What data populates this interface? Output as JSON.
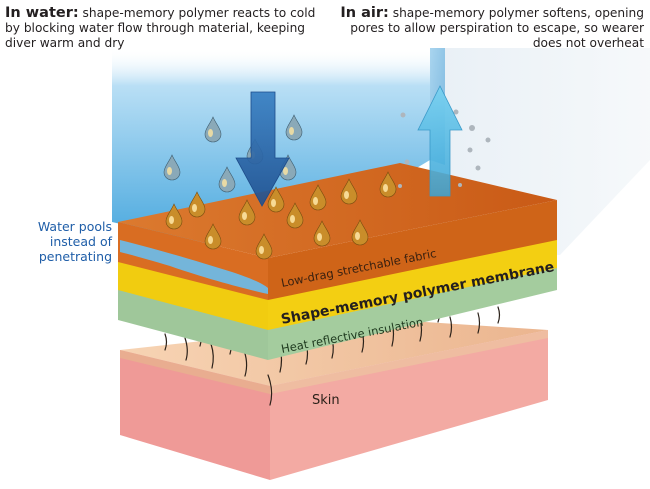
{
  "captions": {
    "in_water_heading": "In water:",
    "in_water_text": " shape-memory polymer reacts to cold by blocking water flow through material, keeping diver warm and dry",
    "in_air_heading": "In air:",
    "in_air_text": " shape-memory polymer softens, opening pores to allow perspiration to escape, so wearer does not overheat"
  },
  "callouts": {
    "water_pools": "Water pools instead of penetrating"
  },
  "layers": {
    "fabric": "Low-drag stretchable fabric",
    "membrane": "Shape-memory polymer membrane",
    "insulation": "Heat reflective insulation",
    "skin": "Skin"
  },
  "colors": {
    "water_blue": "#5ab4e6",
    "fabric_orange": "#d8681f",
    "membrane_yellow": "#f1cc10",
    "insulation_green": "#9fc79a",
    "skin_top": "#f2c8a2",
    "skin_side": "#ef9d98",
    "arrow_down": "#2e6fb5",
    "arrow_up": "#57b9e3",
    "callout_text": "#1f5ea8"
  },
  "icons": {
    "down_arrow": "arrow-down-icon",
    "up_arrow": "arrow-up-icon",
    "droplets": "water-droplet-icon",
    "hairs": "hair-icon"
  }
}
